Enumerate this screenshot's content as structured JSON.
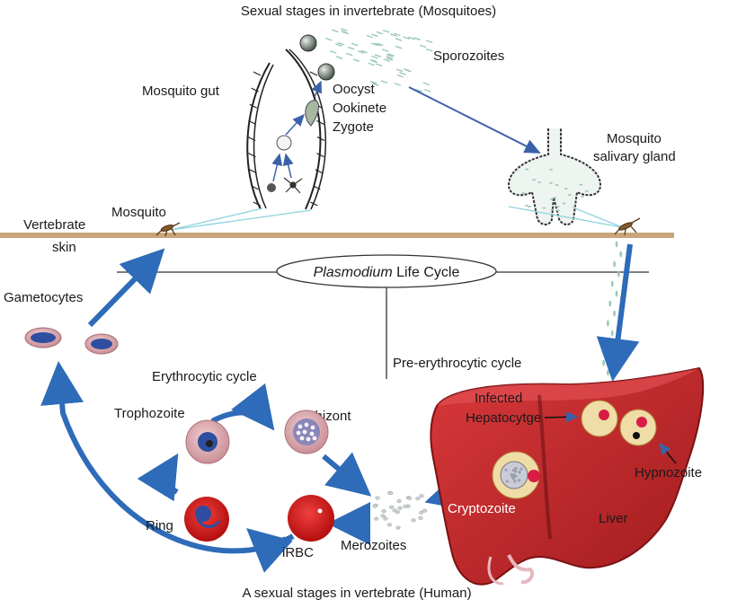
{
  "title_top": "Sexual stages in invertebrate (Mosquitoes)",
  "title_bottom": "A sexual stages in vertebrate (Human)",
  "center_label": {
    "italic": "Plasmodium",
    "rest": " Life Cycle"
  },
  "labels": {
    "sporozoites": "Sporozoites",
    "mosquito_gut": "Mosquito gut",
    "oocyst": "Oocyst",
    "ookinete": "Ookinete",
    "zygote": "Zygote",
    "mosquito_salivary_1": "Mosquito",
    "mosquito_salivary_2": "salivary gland",
    "mosquito": "Mosquito",
    "vertebrate_1": "Vertebrate",
    "vertebrate_2": "skin",
    "gametocytes": "Gametocytes",
    "pre_erythrocytic": "Pre-erythrocytic cycle",
    "erythrocytic": "Erythrocytic cycle",
    "trophozoite": "Trophozoite",
    "schizont": "Schizont",
    "infected_1": "Infected",
    "infected_2": "Hepatocytge",
    "hypnozoite": "Hypnozoite",
    "cryptozoite": "Cryptozoite",
    "liver": "Liver",
    "ring": "Ring",
    "irbc": "iRBC",
    "merozoites": "Merozoites"
  },
  "colors": {
    "arrow_blue": "#2e6bb8",
    "rbc_red": "#d42020",
    "liver_red": "#c0282a",
    "skin": "#c8a57a",
    "thin_line": "#8fd3e0"
  }
}
